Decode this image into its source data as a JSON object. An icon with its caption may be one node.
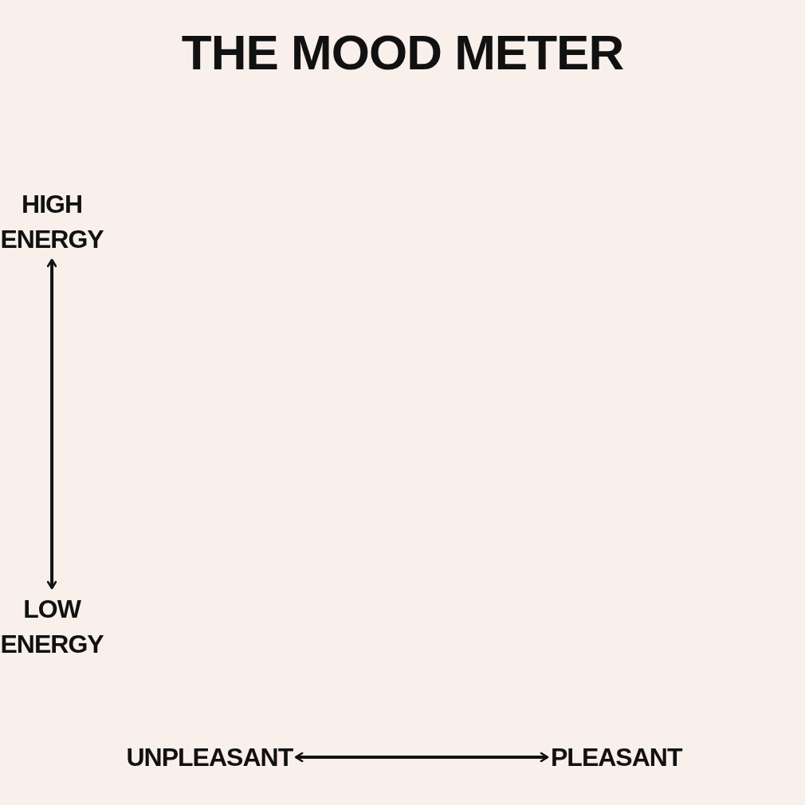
{
  "diagram": {
    "title": "THE MOOD METER",
    "nodes": [
      {
        "text": [
          "HIGH ENERGY"
        ]
      },
      {
        "text": [
          "LOW ENERGY"
        ]
      },
      {
        "text": [
          "UNPLEASANT"
        ]
      },
      {
        "text": [
          "PLEASANT"
        ]
      }
    ],
    "edges": [
      {
        "from": 0,
        "to": 1,
        "arrow": "both"
      },
      {
        "from": 2,
        "to": 3,
        "arrow": "both"
      }
    ]
  }
}
